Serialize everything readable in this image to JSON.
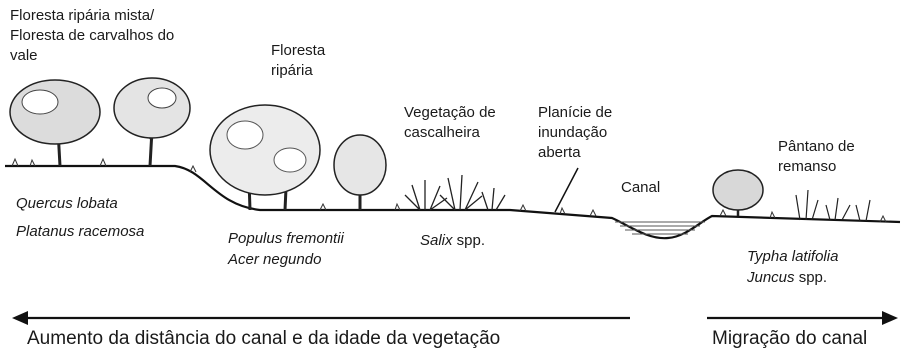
{
  "zones": {
    "mixed_forest": [
      "Floresta ripária mista/",
      "Floresta de carvalhos do",
      "vale"
    ],
    "riparian_forest": [
      "Floresta",
      "ripária"
    ],
    "gravel_vegetation": [
      "Vegetação de",
      "cascalheira"
    ],
    "open_floodplain": [
      "Planície de",
      "inundação",
      "aberta"
    ],
    "channel": "Canal",
    "backwater_marsh": [
      "Pântano de",
      "remanso"
    ]
  },
  "species": {
    "oak": [
      "Quercus lobata",
      "Platanus racemosa"
    ],
    "poplar": [
      "Populus fremontii",
      "Acer negundo"
    ],
    "willow": {
      "genus": "Salix",
      "suffix": " spp."
    },
    "marsh": {
      "line1": "Typha latifolia",
      "genus": "Juncus",
      "suffix": " spp."
    }
  },
  "arrows": {
    "left_label": "Aumento da distância do canal e da idade da vegetação",
    "right_label": "Migração do canal"
  }
}
